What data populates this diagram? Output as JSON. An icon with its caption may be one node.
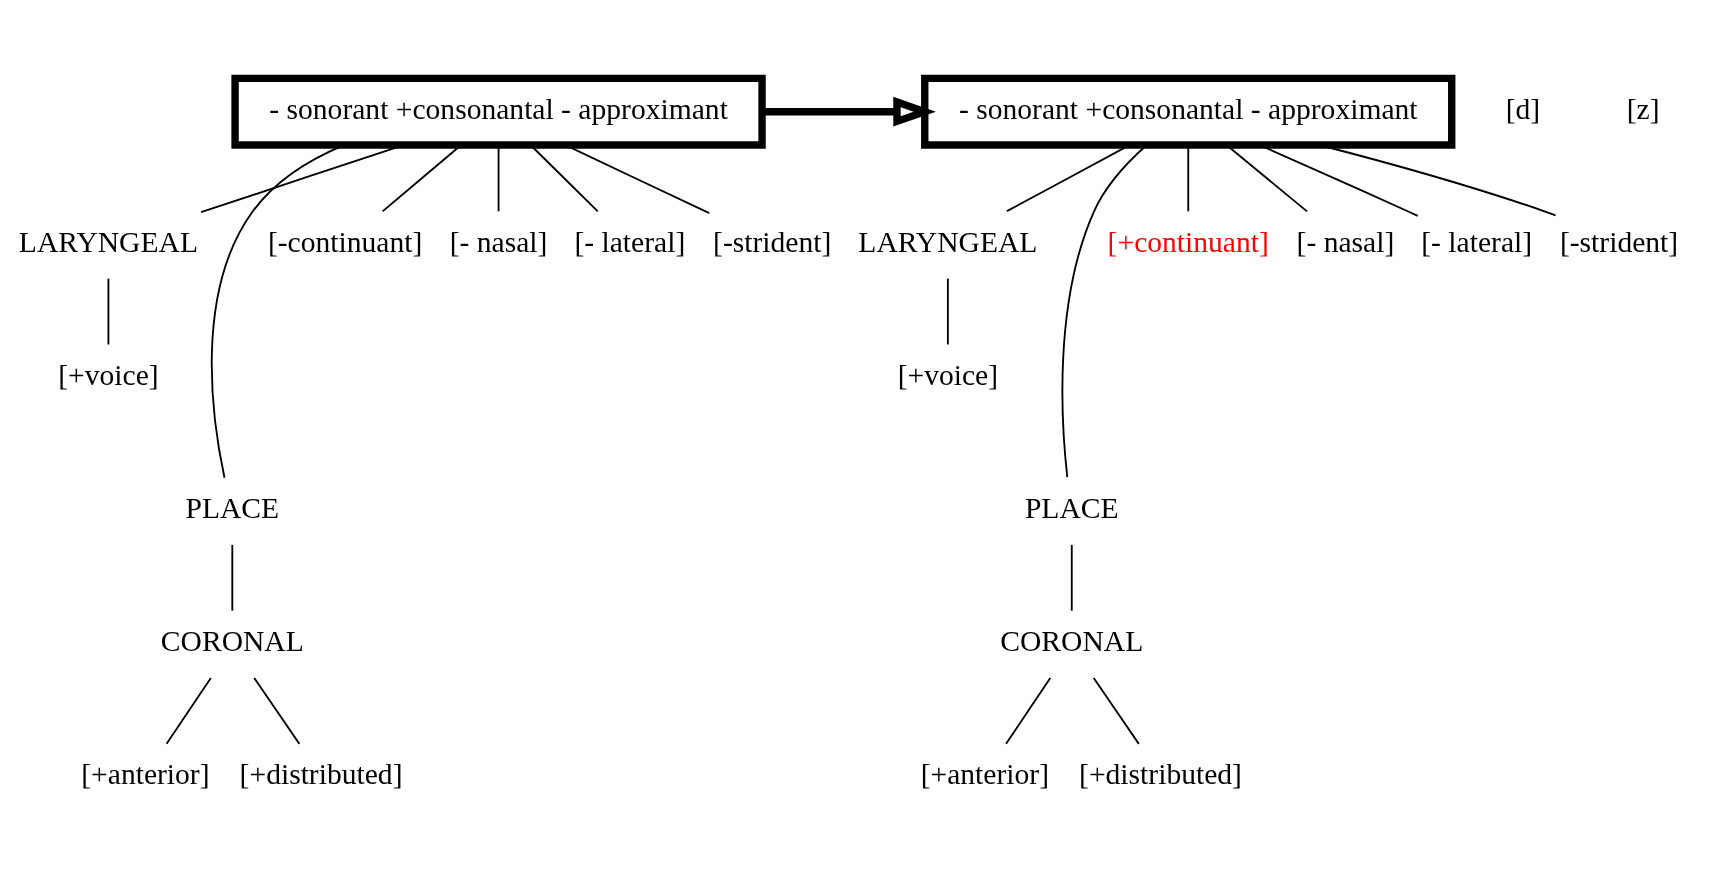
{
  "diagram": {
    "nodes": [
      {
        "text": [
          "- sonorant +consonantal - approximant"
        ]
      },
      {
        "text": [
          "LARYNGEAL"
        ]
      },
      {
        "text": [
          "[+voice]"
        ]
      },
      {
        "text": [
          "PLACE"
        ]
      },
      {
        "text": [
          "CORONAL"
        ]
      },
      {
        "text": [
          "[+anterior]"
        ]
      },
      {
        "text": [
          "[+distributed]"
        ]
      },
      {
        "text": [
          "[-continuant]"
        ]
      },
      {
        "text": [
          "[- nasal]"
        ]
      },
      {
        "text": [
          "[- lateral]"
        ]
      },
      {
        "text": [
          "[-strident]"
        ]
      },
      {
        "text": [
          "- sonorant +consonantal - approximant"
        ]
      },
      {
        "text": [
          "LARYNGEAL"
        ]
      },
      {
        "text": [
          "[+voice]"
        ]
      },
      {
        "text": [
          "PLACE"
        ]
      },
      {
        "text": [
          "CORONAL"
        ]
      },
      {
        "text": [
          "[+anterior]"
        ]
      },
      {
        "text": [
          "[+distributed]"
        ]
      },
      {
        "text": [
          "[+continuant]"
        ]
      },
      {
        "text": [
          "[- nasal]"
        ]
      },
      {
        "text": [
          "[- lateral]"
        ]
      },
      {
        "text": [
          "[-strident]"
        ]
      }
    ],
    "edges": [
      {
        "from": 0,
        "to": 1,
        "arrow": "none"
      },
      {
        "from": 1,
        "to": 2,
        "arrow": "none"
      },
      {
        "from": 0,
        "to": 3,
        "arrow": "none"
      },
      {
        "from": 3,
        "to": 4,
        "arrow": "none"
      },
      {
        "from": 4,
        "to": 5,
        "arrow": "none"
      },
      {
        "from": 4,
        "to": 6,
        "arrow": "none"
      },
      {
        "from": 0,
        "to": 7,
        "arrow": "none"
      },
      {
        "from": 0,
        "to": 8,
        "arrow": "none"
      },
      {
        "from": 0,
        "to": 9,
        "arrow": "none"
      },
      {
        "from": 0,
        "to": 10,
        "arrow": "none"
      },
      {
        "from": 0,
        "to": 11,
        "arrow": "to",
        "style": "thick"
      },
      {
        "from": 11,
        "to": 12,
        "arrow": "none"
      },
      {
        "from": 12,
        "to": 13,
        "arrow": "none"
      },
      {
        "from": 11,
        "to": 14,
        "arrow": "none"
      },
      {
        "from": 14,
        "to": 15,
        "arrow": "none"
      },
      {
        "from": 15,
        "to": 16,
        "arrow": "none"
      },
      {
        "from": 15,
        "to": 17,
        "arrow": "none"
      },
      {
        "from": 11,
        "to": 18,
        "arrow": "none"
      },
      {
        "from": 11,
        "to": 19,
        "arrow": "none"
      },
      {
        "from": 11,
        "to": 20,
        "arrow": "none"
      },
      {
        "from": 11,
        "to": 21,
        "arrow": "none"
      }
    ],
    "labels": [
      "[d]",
      "[z]"
    ]
  }
}
